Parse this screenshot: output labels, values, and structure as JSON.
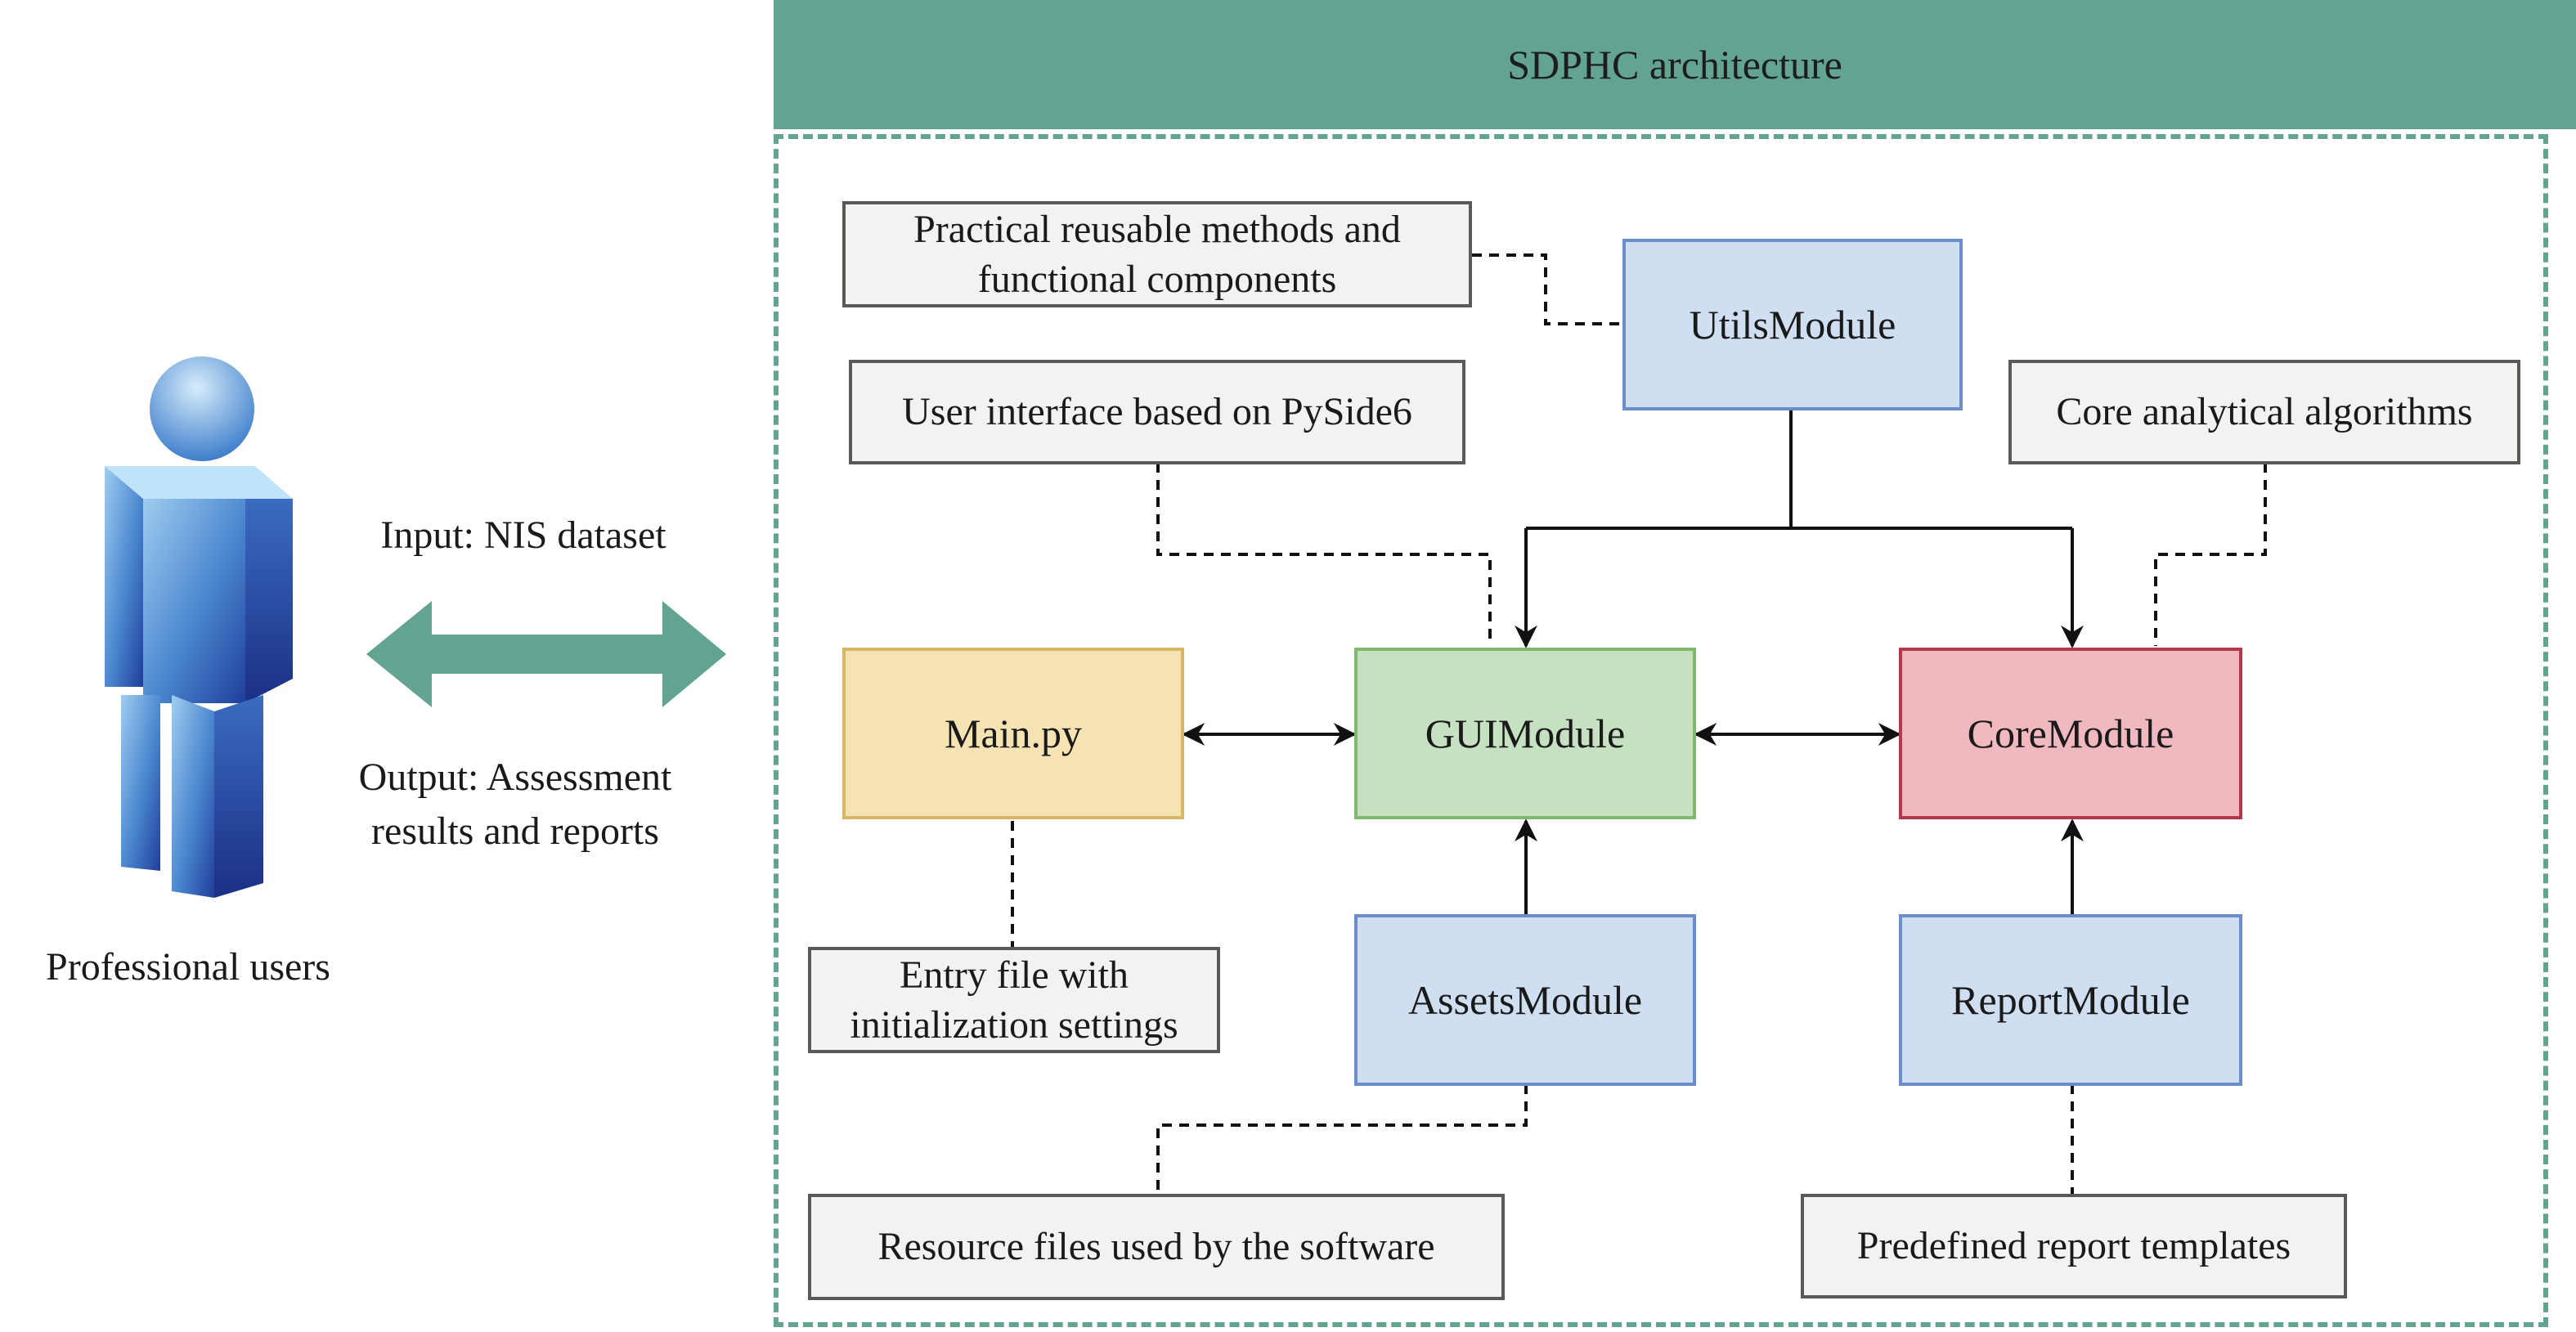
{
  "header": {
    "title": "SDPHC architecture"
  },
  "user": {
    "label": "Professional users",
    "input_text": "Input: NIS dataset",
    "output_line1": "Output: Assessment",
    "output_line2": "results and reports"
  },
  "modules": {
    "main": "Main.py",
    "gui": "GUIModule",
    "core": "CoreModule",
    "utils": "UtilsModule",
    "assets": "AssetsModule",
    "report": "ReportModule"
  },
  "notes": {
    "utils_line1": "Practical reusable methods and",
    "utils_line2": "functional components",
    "gui": "User interface based on PySide6",
    "core": "Core analytical algorithms",
    "main_line1": "Entry file with",
    "main_line2": "initialization settings",
    "assets": "Resource files used by the software",
    "report": "Predefined report templates"
  },
  "colors": {
    "accent": "#62a392",
    "module_blue": "#cfdff1",
    "module_green": "#c6e1c1",
    "module_yellow": "#f6e3b4",
    "module_red": "#f0b8bf"
  },
  "icons": {
    "user": "person-icon",
    "io_arrow": "double-arrow-icon"
  }
}
